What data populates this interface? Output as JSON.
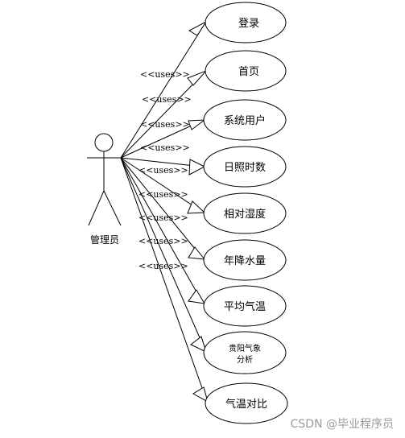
{
  "actor": {
    "name": "管理员"
  },
  "relationship_label": "<<uses>>",
  "use_cases": [
    {
      "label": "登录"
    },
    {
      "label": "首页"
    },
    {
      "label": "系统用户"
    },
    {
      "label": "日照时数"
    },
    {
      "label": "相对湿度"
    },
    {
      "label": "年降水量"
    },
    {
      "label": "平均气温"
    },
    {
      "label_lines": [
        "贵阳气象",
        "分析"
      ]
    },
    {
      "label": "气温对比"
    }
  ],
  "watermark": "CSDN @毕业程序员"
}
